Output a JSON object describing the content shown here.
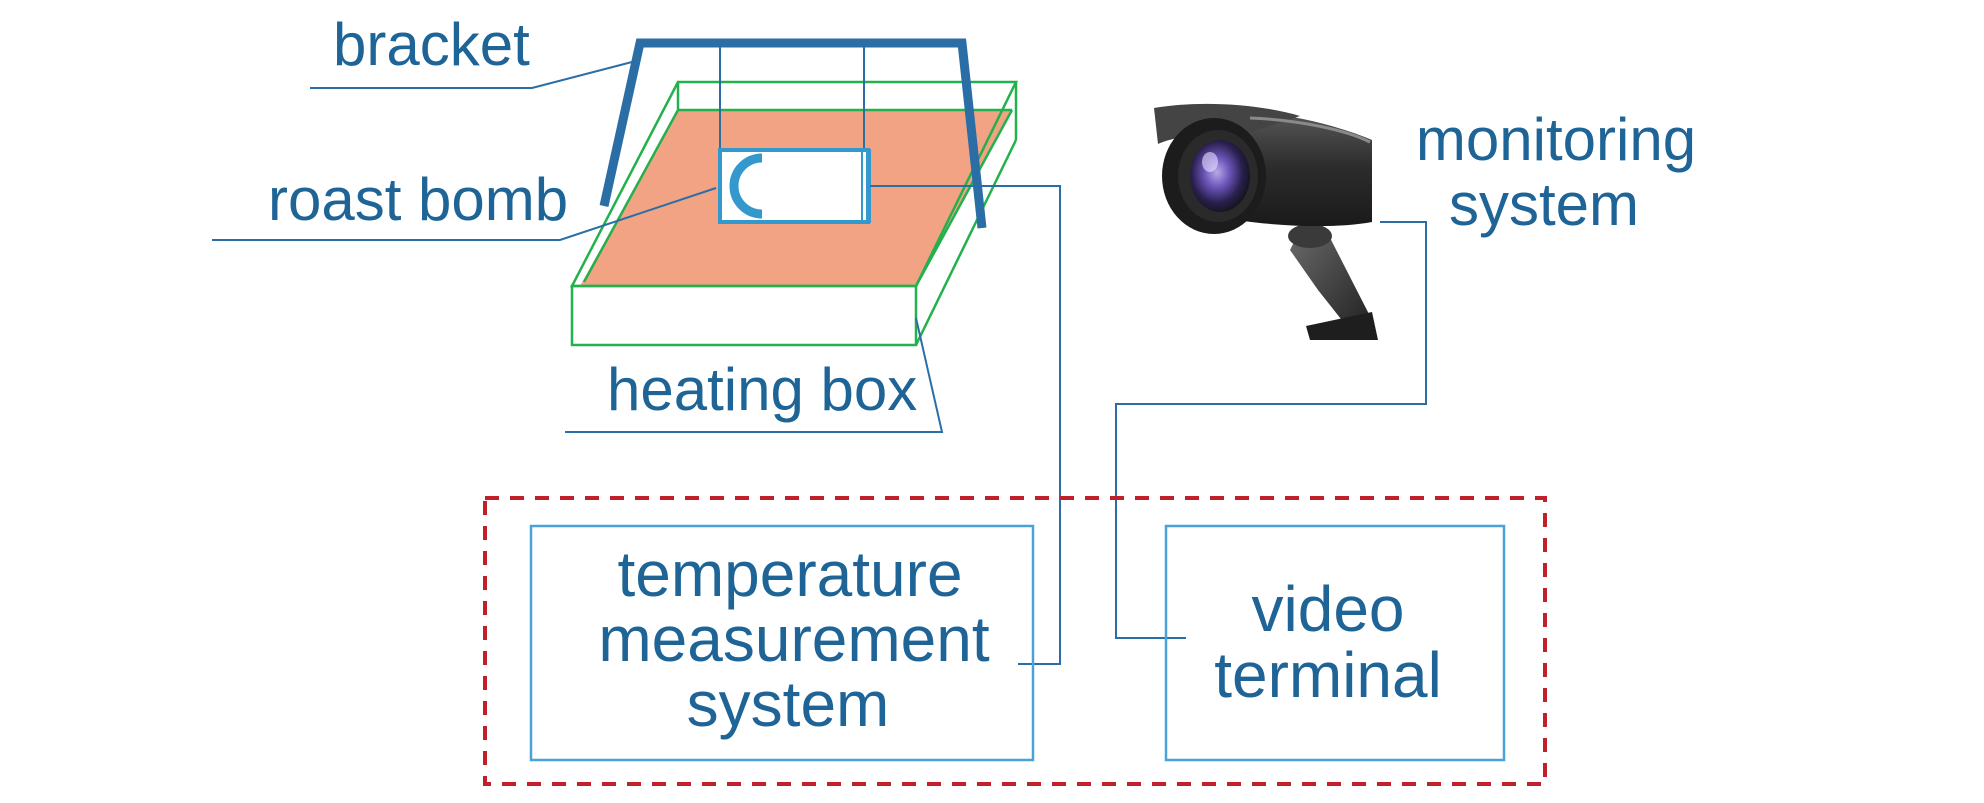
{
  "labels": {
    "bracket": "bracket",
    "roast_bomb": "roast bomb",
    "heating_box": "heating box",
    "monitoring_system": [
      "monitoring",
      "system"
    ],
    "temperature_measurement_system": [
      "temperature",
      "measurement",
      "system"
    ],
    "video_terminal": [
      "video",
      "terminal"
    ]
  },
  "icons": {
    "camera": "security-camera-icon"
  },
  "colors": {
    "label_text": "#1e6496",
    "bracket": "#2b6ea6",
    "heating_box_outline": "#22b14c",
    "heating_plate": "#f2a384",
    "bomb_outline": "#3399cc",
    "connector_line": "#2b6ea6",
    "system_box": "#4aa3d8",
    "dashed_group": "#c0202a"
  }
}
